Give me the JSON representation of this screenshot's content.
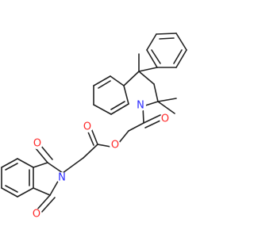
{
  "structure": {
    "atoms": [
      {
        "symbol": "O",
        "color": "#ff2a2a",
        "role": "carbonyl-oxygen-acyl"
      },
      {
        "symbol": "O",
        "color": "#ff2a2a",
        "role": "ester-oxygen"
      },
      {
        "symbol": "O",
        "color": "#ff2a2a",
        "role": "carbonyl-oxygen-ester"
      },
      {
        "symbol": "N",
        "color": "#2a2aff",
        "role": "quinoline-nitrogen"
      },
      {
        "symbol": "N",
        "color": "#2a2aff",
        "role": "phthalimide-nitrogen"
      },
      {
        "symbol": "O",
        "color": "#ff2a2a",
        "role": "imide-oxygen-top"
      },
      {
        "symbol": "O",
        "color": "#ff2a2a",
        "role": "imide-oxygen-bottom"
      }
    ],
    "bond_color": "#222222"
  }
}
